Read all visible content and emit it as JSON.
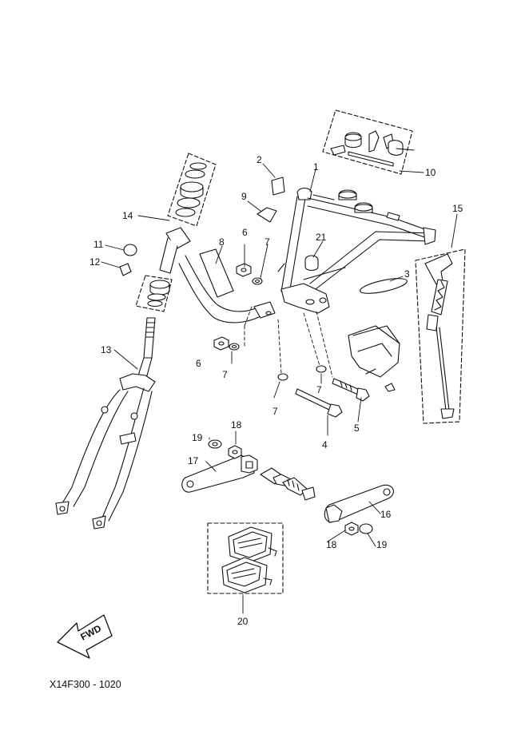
{
  "diagram": {
    "drawing_code": "X14F300 - 1020",
    "fwd_label": "FWD",
    "callouts": {
      "c1": "1",
      "c2": "2",
      "c3": "3",
      "c4": "4",
      "c5": "5",
      "c6a": "6",
      "c6b": "6",
      "c7a": "7",
      "c7b": "7",
      "c7c": "7",
      "c7d": "7",
      "c8": "8",
      "c9": "9",
      "c10": "10",
      "c11": "11",
      "c12": "12",
      "c13": "13",
      "c14": "14",
      "c15": "15",
      "c16": "16",
      "c17": "17",
      "c18a": "18",
      "c18b": "18",
      "c19a": "19",
      "c19b": "19",
      "c20": "20",
      "c21": "21"
    }
  }
}
